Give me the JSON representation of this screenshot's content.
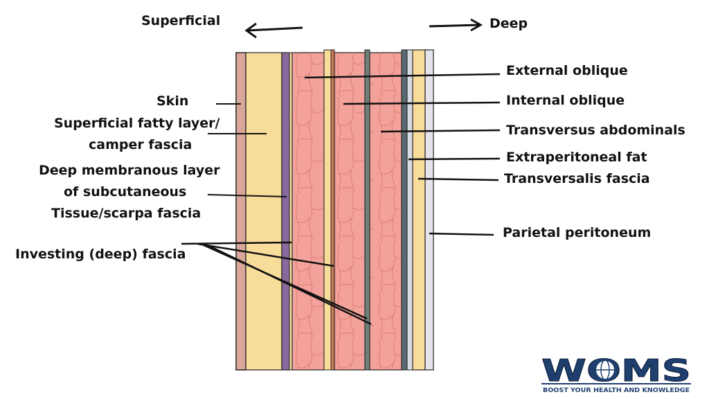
{
  "direction": {
    "superficial": "Superficial",
    "deep": "Deep"
  },
  "labels_left": {
    "skin": "Skin",
    "fatty_1": "Superficial fatty layer/",
    "fatty_2": "camper fascia",
    "membranous_1": "Deep membranous layer",
    "membranous_2": "of  subcutaneous",
    "membranous_3": "Tissue/scarpa fascia",
    "investing": "Investing (deep) fascia"
  },
  "labels_right": {
    "external_oblique": "External oblique",
    "internal_oblique": "Internal oblique",
    "transversus": "Transversus abdominals",
    "extraperitoneal_fat": "Extraperitoneal fat",
    "transversalis_fascia": "Transversalis fascia",
    "parietal_peritoneum": "Parietal peritoneum"
  },
  "logo": {
    "letters": "WOMS",
    "tagline": "BOOST YOUR HEALTH AND KNOWLEDGE"
  },
  "colors": {
    "skin": "#d9a79a",
    "fat": "#f7dc9a",
    "membranous": "#8a6a9e",
    "muscle": "#f2a29a",
    "muscle_fiber": "#e58377",
    "fascia": "#9c9c9c",
    "peritoneum": "#e4e4ea",
    "line": "#111111",
    "logo_blue": "#1f3f6e"
  }
}
